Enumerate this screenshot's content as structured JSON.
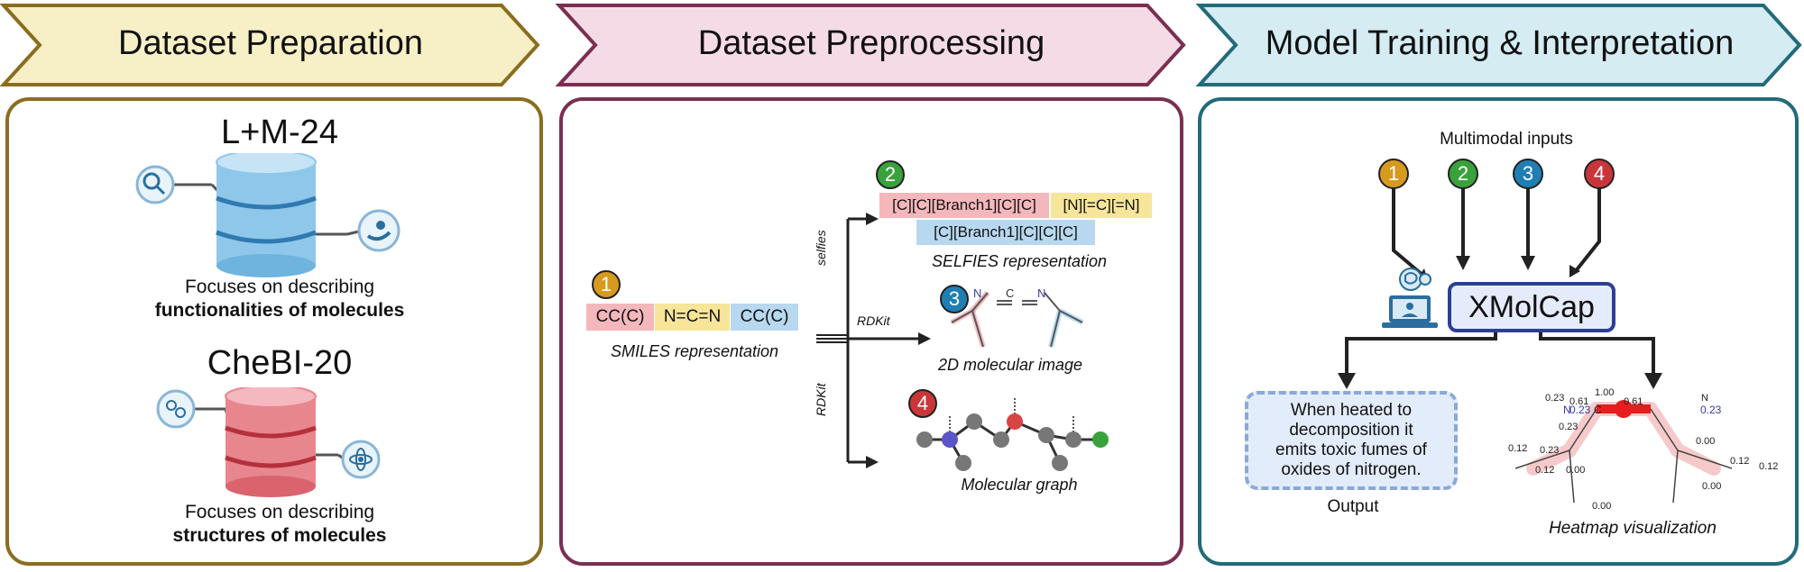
{
  "banners": {
    "prep": "Dataset Preparation",
    "preprocess": "Dataset Preprocessing",
    "training": "Model Training & Interpretation"
  },
  "dataset_preparation": {
    "dataset1": {
      "name": "L+M-24",
      "desc_line1": "Focuses on describing",
      "desc_line2": "functionalities of molecules"
    },
    "dataset2": {
      "name": "CheBI-20",
      "desc_line1": "Focuses on describing",
      "desc_line2": "structures of molecules"
    }
  },
  "preprocessing": {
    "smiles": {
      "badge": "1",
      "tokens": [
        "CC(C)",
        "N=C=N",
        "CC(C)"
      ],
      "caption": "SMILES representation"
    },
    "arrow_labels": {
      "selfies": "selfies",
      "rdkit_image": "RDKit",
      "rdkit_graph": "RDKit"
    },
    "selfies": {
      "badge": "2",
      "token_a": "[C][C][Branch1][C][C]",
      "token_b": "[N][=C][=N]",
      "token_c": "[C][Branch1][C][C][C]",
      "caption": "SELFIES representation"
    },
    "image": {
      "badge": "3",
      "atoms": [
        "N",
        "C",
        "N"
      ],
      "caption": "2D molecular image"
    },
    "graph": {
      "badge": "4",
      "caption": "Molecular graph"
    }
  },
  "training": {
    "inputs_label": "Multimodal inputs",
    "badges": [
      "1",
      "2",
      "3",
      "4"
    ],
    "model_name": "XMolCap",
    "output_text": [
      "When heated to",
      "decomposition it",
      "emits toxic fumes of",
      "oxides of nitrogen."
    ],
    "output_label": "Output",
    "heatmap_caption": "Heatmap visualization",
    "heatmap_atoms": [
      "N",
      "C",
      "N"
    ],
    "heatmap_values": {
      "top_center": "1.00",
      "left_bond": "0.61",
      "right_bond": "0.61",
      "left_top": "0.23",
      "right_top": "0.23",
      "left_mid": "0.23",
      "right_mid": "0.23",
      "left_outer": "0.00",
      "left_inner": "0.12",
      "left_low": "0.23",
      "left_low2": "0.12",
      "left_bottom": "0.00",
      "right_outer": "0.00",
      "right_inner": "0.12",
      "right_low": "0.12",
      "right_bottom": "0.00"
    }
  },
  "colors": {
    "prep_border": "#8a6d1f",
    "prep_fill": "#f7f0c6",
    "preprocess_border": "#7a2f52",
    "preprocess_fill": "#f5dbe6",
    "training_border": "#236b7a",
    "training_fill": "#d4ecf2",
    "badge_orange": "#d69a1e",
    "badge_green": "#3aa23c",
    "badge_blue": "#1f7fb4",
    "badge_red": "#c9363a"
  }
}
